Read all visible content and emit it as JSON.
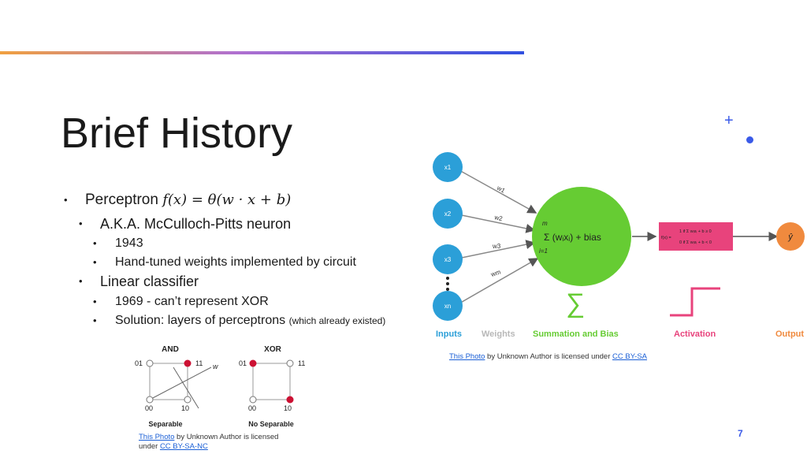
{
  "slide": {
    "title": "Brief History",
    "page_number": "7"
  },
  "bullets": {
    "perceptron": "Perceptron",
    "perceptron_formula": "f(x) = θ(w · x + b)",
    "aka": "A.K.A. McCulloch-Pitts neuron",
    "year": "1943",
    "hand_tuned": "Hand-tuned weights implemented by circuit",
    "linear": "Linear classifier",
    "xor": "1969 - can’t represent XOR",
    "solution": "Solution: layers of perceptrons",
    "solution_note": "(which already existed)"
  },
  "neuron_diagram": {
    "inputs": [
      "x1",
      "x2",
      "x3",
      "xn"
    ],
    "weights": [
      "w1",
      "w2",
      "w3",
      "wm"
    ],
    "sum_formula": "Σ (wᵢxᵢ) + bias",
    "sum_upper": "m",
    "sum_lower": "i=1",
    "sigma": "∑",
    "activation_formula_line1": "1  if  Σ wᵢxᵢ + b ≥ 0",
    "activation_formula_line2": "0  if  Σ wᵢxᵢ + b < 0",
    "activation_prefix": "f(x) =",
    "output": "ŷ",
    "labels": {
      "inputs": "Inputs",
      "weights": "Weights",
      "summation": "Summation and Bias",
      "activation": "Activation",
      "output": "Output"
    },
    "colors": {
      "input_node": "#2b9fd8",
      "summation": "#66cc33",
      "activation": "#e8437c",
      "output": "#f08a3e",
      "weights_label": "#b8b8b8"
    }
  },
  "credit_right": {
    "link": "This Photo",
    "text": " by Unknown Author is licensed under ",
    "license": "CC BY-SA"
  },
  "logic_diagram": {
    "and": {
      "title": "AND",
      "caption": "Separable",
      "labels": [
        "01",
        "11",
        "00",
        "10"
      ],
      "weight_label": "w"
    },
    "xor": {
      "title": "XOR",
      "caption": "No Separable",
      "labels": [
        "01",
        "11",
        "00",
        "10"
      ]
    }
  },
  "credit_left": {
    "link": "This Photo",
    "text": " by Unknown Author is licensed",
    "text2": "under ",
    "license": "CC BY-SA-NC"
  }
}
